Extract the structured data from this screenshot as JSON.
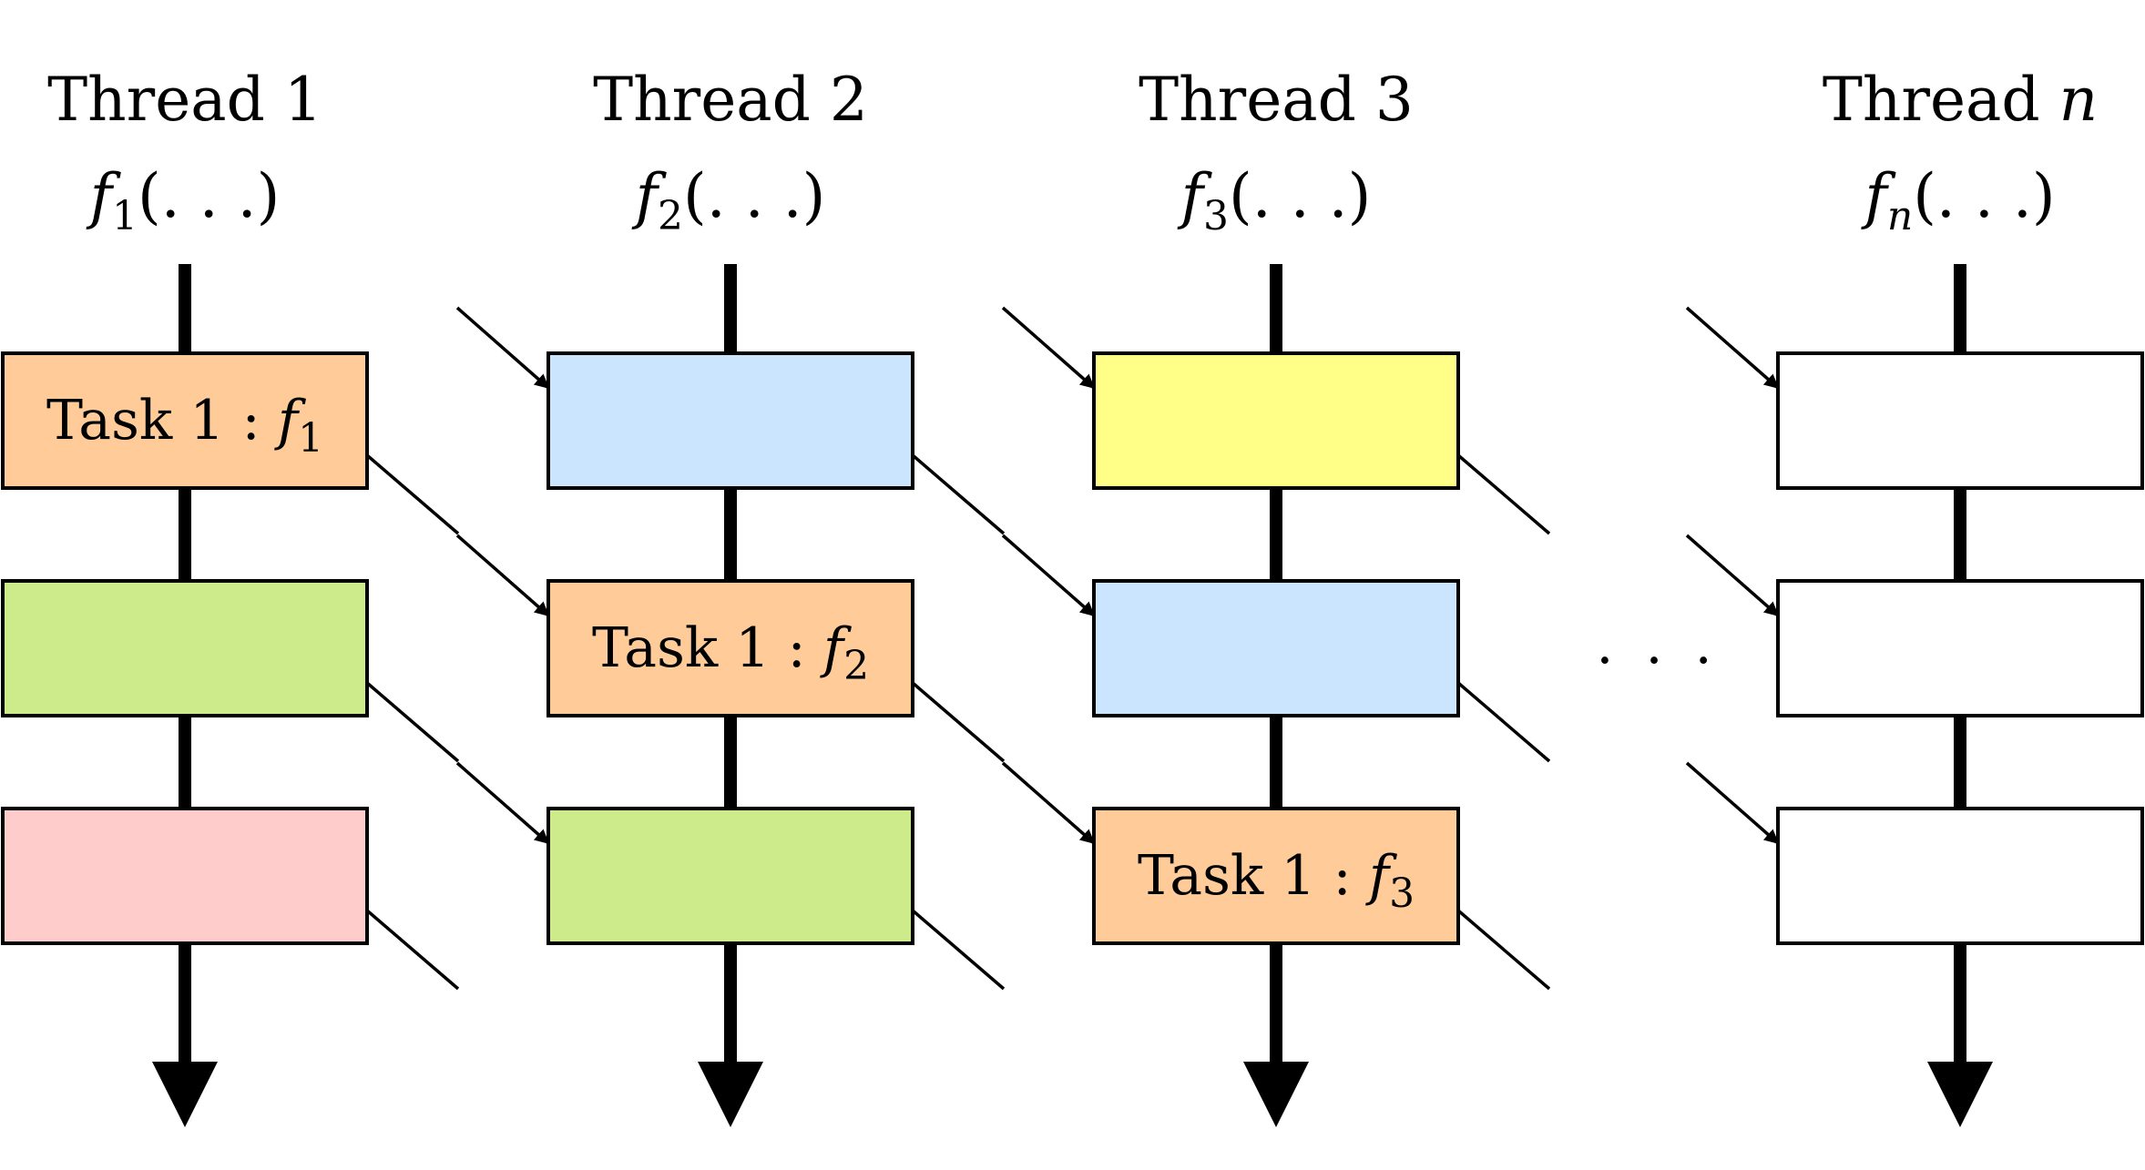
{
  "threads": [
    {
      "title_word": "Thread",
      "title_index": "1",
      "title_index_italic": false,
      "func_letter": "f",
      "func_sub": "1",
      "func_sub_italic": false,
      "func_args": "(. . .)",
      "tasks": [
        {
          "fill": "#ffcc99",
          "label": "Task 1 :",
          "label_func": "f",
          "label_sub": "1"
        },
        {
          "fill": "#cdeb8b",
          "label": "",
          "label_func": "",
          "label_sub": ""
        },
        {
          "fill": "#ffcccc",
          "label": "",
          "label_func": "",
          "label_sub": ""
        }
      ]
    },
    {
      "title_word": "Thread",
      "title_index": "2",
      "title_index_italic": false,
      "func_letter": "f",
      "func_sub": "2",
      "func_sub_italic": false,
      "func_args": "(. . .)",
      "tasks": [
        {
          "fill": "#cce5ff",
          "label": "",
          "label_func": "",
          "label_sub": ""
        },
        {
          "fill": "#ffcc99",
          "label": "Task 1 :",
          "label_func": "f",
          "label_sub": "2"
        },
        {
          "fill": "#cdeb8b",
          "label": "",
          "label_func": "",
          "label_sub": ""
        }
      ]
    },
    {
      "title_word": "Thread",
      "title_index": "3",
      "title_index_italic": false,
      "func_letter": "f",
      "func_sub": "3",
      "func_sub_italic": false,
      "func_args": "(. . .)",
      "tasks": [
        {
          "fill": "#ffff88",
          "label": "",
          "label_func": "",
          "label_sub": ""
        },
        {
          "fill": "#cce5ff",
          "label": "",
          "label_func": "",
          "label_sub": ""
        },
        {
          "fill": "#ffcc99",
          "label": "Task 1 :",
          "label_func": "f",
          "label_sub": "3"
        }
      ]
    },
    {
      "title_word": "Thread",
      "title_index": "n",
      "title_index_italic": true,
      "func_letter": "f",
      "func_sub": "n",
      "func_sub_italic": true,
      "func_args": "(. . .)",
      "tasks": [
        {
          "fill": "#ffffff",
          "label": "",
          "label_func": "",
          "label_sub": ""
        },
        {
          "fill": "#ffffff",
          "label": "",
          "label_func": "",
          "label_sub": ""
        },
        {
          "fill": "#ffffff",
          "label": "",
          "label_func": "",
          "label_sub": ""
        }
      ]
    }
  ],
  "ellipsis": ". . ."
}
